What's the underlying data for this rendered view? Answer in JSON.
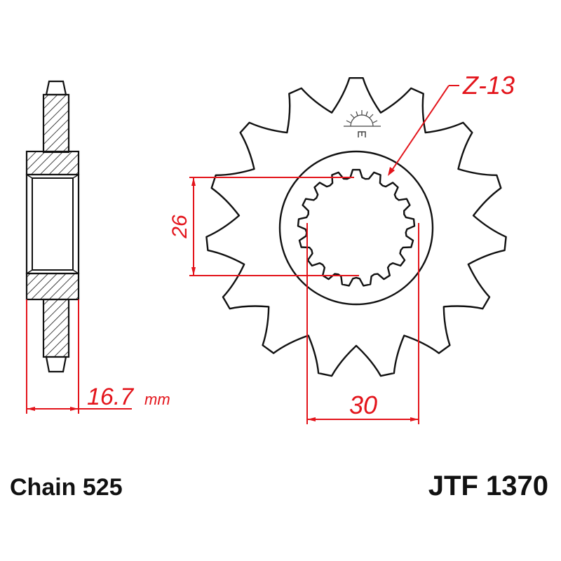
{
  "drawing": {
    "type": "front sprocket technical drawing",
    "colors": {
      "outline": "#111111",
      "dimension": "#e3141b",
      "background": "#ffffff"
    }
  },
  "labels": {
    "tooth_count": "Z-13",
    "inner_height": "26",
    "inner_width": "30",
    "thickness_value": "16.7",
    "thickness_unit": "mm",
    "chain": "Chain 525",
    "part_number": "JTF 1370"
  },
  "icons": {
    "logo": "sunrise-logo-icon"
  }
}
